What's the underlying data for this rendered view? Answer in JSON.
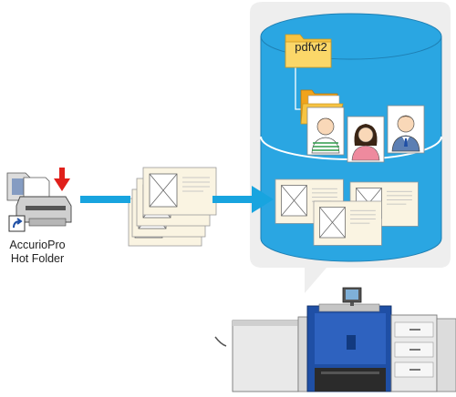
{
  "hot_folder": {
    "line1": "AccurioPro",
    "line2": "Hot Folder"
  },
  "database": {
    "folder_label": "pdfvt2"
  },
  "colors": {
    "cylinder_fill": "#2aa6e2",
    "cylinder_stroke": "#1e7fb3",
    "arrow_blue": "#18a4df",
    "arrow_red": "#e0201b",
    "folder_yellow": "#f7c443",
    "callout_gray": "#eeeeee",
    "document_fill": "#faf4e2",
    "printer_blue": "#1f4fa5"
  },
  "icons": [
    "hot-folder-icon",
    "down-arrow-icon",
    "shortcut-icon",
    "folder-icon",
    "person-icon",
    "document-icon",
    "printer-icon"
  ]
}
